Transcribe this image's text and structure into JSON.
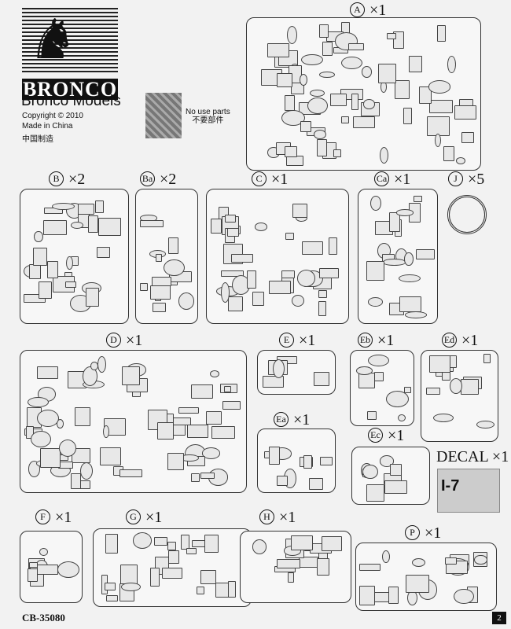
{
  "brand": {
    "logo": "BRONCO",
    "company": "Bronco Models",
    "copyright": "Copyright © 2010",
    "made_in": "Made in China",
    "made_in_cn": "中国制造"
  },
  "legend": {
    "no_use_en": "No use parts",
    "no_use_cn": "不要部件"
  },
  "sprues": [
    {
      "letter": "A",
      "qty": "×1"
    },
    {
      "letter": "B",
      "qty": "×2"
    },
    {
      "letter": "Ba",
      "qty": "×2"
    },
    {
      "letter": "C",
      "qty": "×1"
    },
    {
      "letter": "Ca",
      "qty": "×1"
    },
    {
      "letter": "J",
      "qty": "×5"
    },
    {
      "letter": "D",
      "qty": "×1"
    },
    {
      "letter": "E",
      "qty": "×1"
    },
    {
      "letter": "Eb",
      "qty": "×1"
    },
    {
      "letter": "Ed",
      "qty": "×1"
    },
    {
      "letter": "Ea",
      "qty": "×1"
    },
    {
      "letter": "Ec",
      "qty": "×1"
    },
    {
      "letter": "F",
      "qty": "×1"
    },
    {
      "letter": "G",
      "qty": "×1"
    },
    {
      "letter": "H",
      "qty": "×1"
    },
    {
      "letter": "P",
      "qty": "×1"
    }
  ],
  "decal": {
    "label": "DECAL",
    "qty": "×1",
    "sheet_text": "I-7"
  },
  "footer": {
    "code": "CB-35080",
    "page": "2"
  }
}
